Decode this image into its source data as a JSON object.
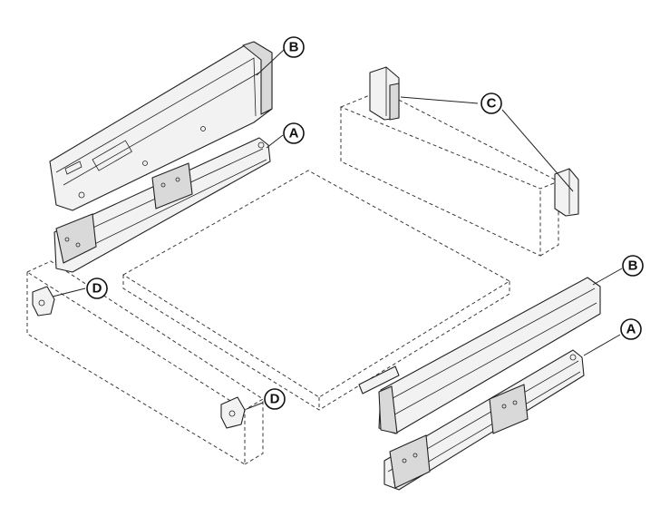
{
  "callouts": {
    "b_top": "B",
    "a_top": "A",
    "c": "C",
    "d_left": "D",
    "d_bottom": "D",
    "b_right": "B",
    "a_right": "A"
  }
}
